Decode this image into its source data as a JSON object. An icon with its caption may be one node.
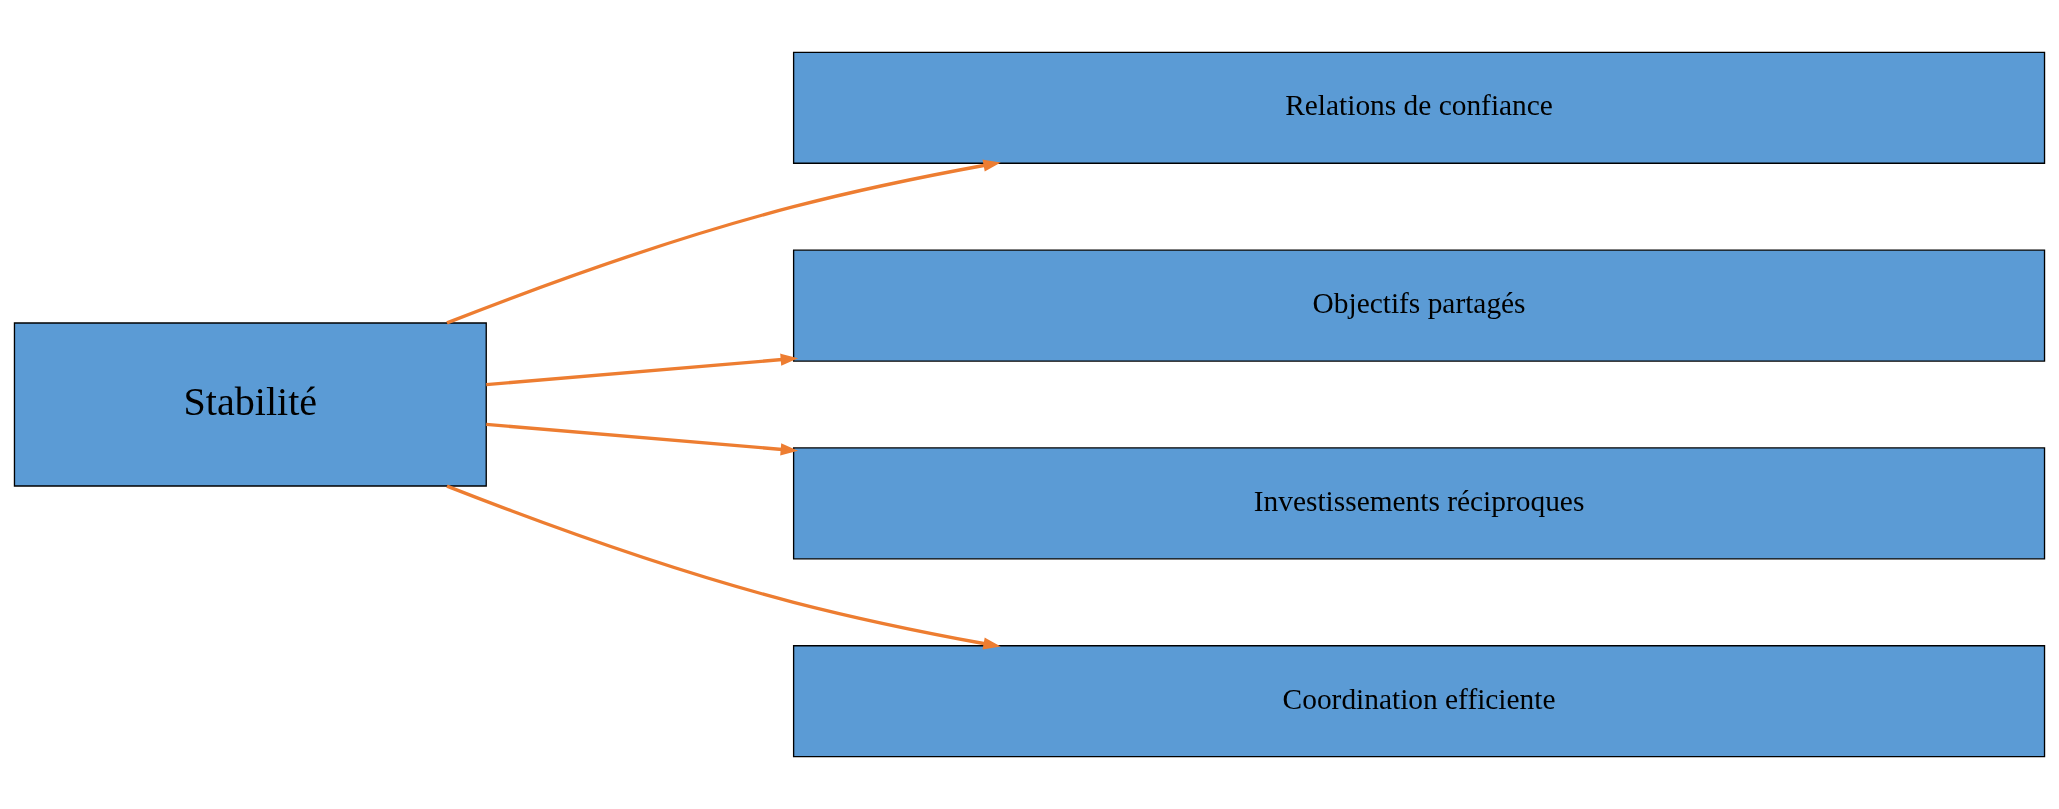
{
  "diagram": {
    "nodes": [
      {
        "text": [
          "Stabilité"
        ]
      },
      {
        "text": [
          "Relations de confiance"
        ]
      },
      {
        "text": [
          "Objectifs partagés"
        ]
      },
      {
        "text": [
          "Investissements réciproques"
        ]
      },
      {
        "text": [
          "Coordination efficiente"
        ]
      }
    ],
    "edges": [
      {
        "from": 0,
        "to": 1,
        "arrow": "to"
      },
      {
        "from": 0,
        "to": 2,
        "arrow": "to"
      },
      {
        "from": 0,
        "to": 3,
        "arrow": "to"
      },
      {
        "from": 0,
        "to": 4,
        "arrow": "to"
      }
    ]
  }
}
